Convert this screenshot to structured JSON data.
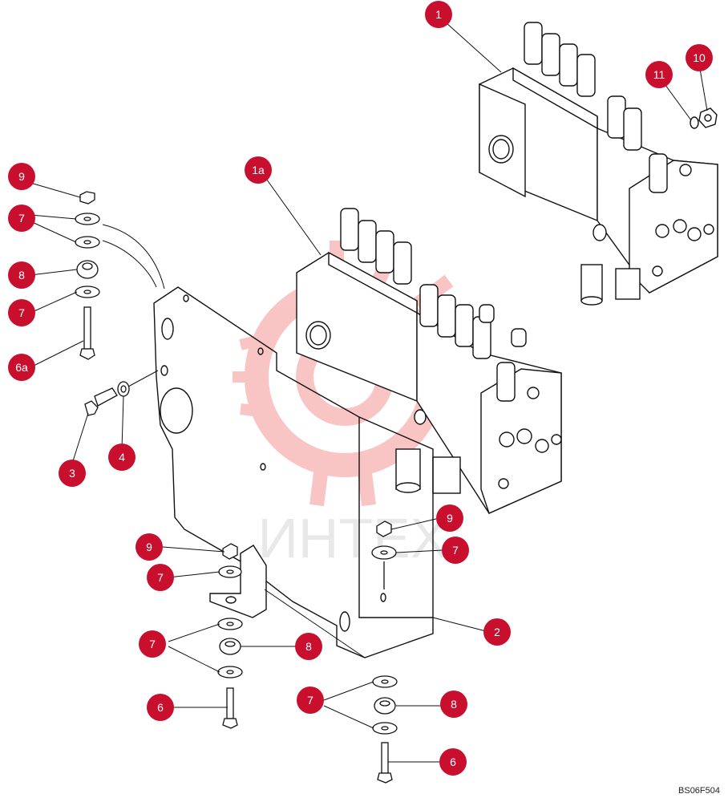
{
  "watermark": {
    "text": "ИНТЕХ",
    "color": "#e8312f"
  },
  "callout_color": "#c8102e",
  "figure_code": "BS06F504",
  "callouts": {
    "c1": "1",
    "c1a": "1a",
    "c2": "2",
    "c3": "3",
    "c4": "4",
    "c6_left": "6",
    "c6_right": "6",
    "c6a": "6a",
    "c7_top1": "7",
    "c7_top2": "7",
    "c7_mid_left": "7",
    "c7_mid_right": "7",
    "c7_low_left": "7",
    "c7_low_right": "7",
    "c8_top": "8",
    "c8_mid": "8",
    "c8_low": "8",
    "c9_top": "9",
    "c9_mid_left": "9",
    "c9_mid_right": "9",
    "c10": "10",
    "c11": "11"
  }
}
